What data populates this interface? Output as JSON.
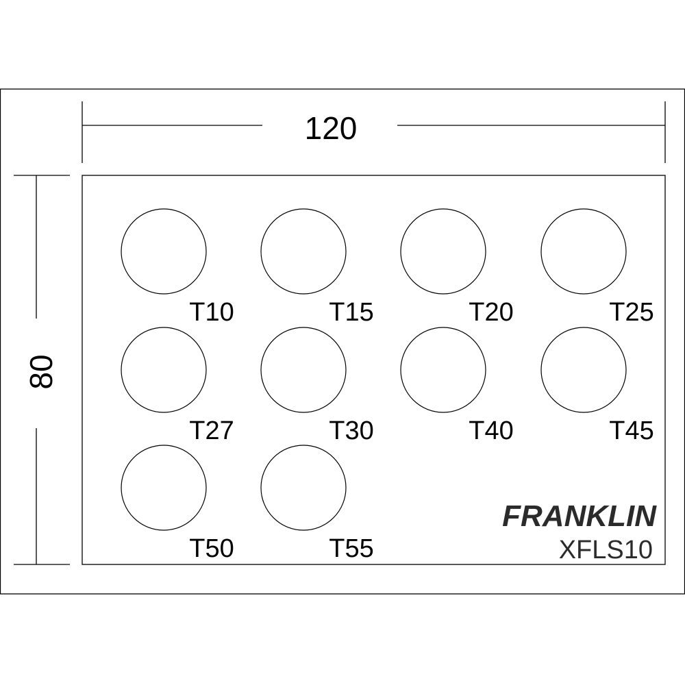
{
  "dimensions": {
    "width_label": "120",
    "height_label": "80"
  },
  "holes": [
    {
      "label": "T10"
    },
    {
      "label": "T15"
    },
    {
      "label": "T20"
    },
    {
      "label": "T25"
    },
    {
      "label": "T27"
    },
    {
      "label": "T30"
    },
    {
      "label": "T40"
    },
    {
      "label": "T45"
    },
    {
      "label": "T50"
    },
    {
      "label": "T55"
    }
  ],
  "brand": {
    "name": "FRANKLIN",
    "model": "XFLS10"
  }
}
